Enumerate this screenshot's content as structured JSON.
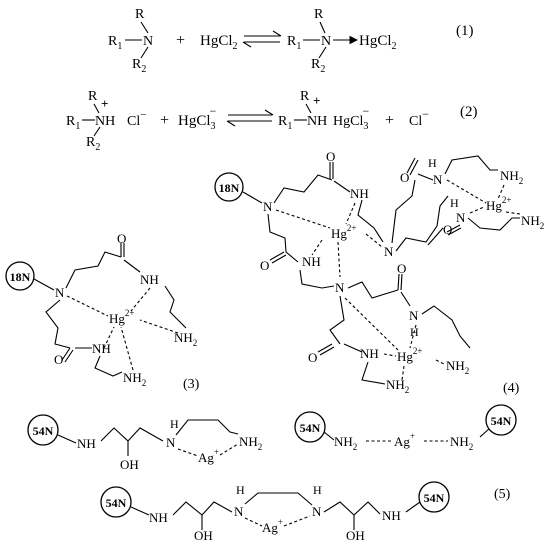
{
  "equations": {
    "eq1": {
      "reactant_r": "R",
      "reactant_n": "N",
      "reactant_r1": "R",
      "reactant_r1_sub": "1",
      "reactant_r2": "R",
      "reactant_r2_sub": "2",
      "plus": "+",
      "hgcl2_text": "HgCl",
      "hgcl2_sub": "2",
      "product_r": "R",
      "product_n": "N",
      "product_r1": "R",
      "product_r1_sub": "1",
      "product_r2": "R",
      "product_r2_sub": "2",
      "product_hgcl2": "HgCl",
      "product_hgcl2_sub": "2",
      "label": "(1)"
    },
    "eq2": {
      "r": "R",
      "plus_charge": "+",
      "r1": "R",
      "r1_sub": "1",
      "nh": "NH",
      "cl": "Cl",
      "minus": "−",
      "r2": "R",
      "r2_sub": "2",
      "plus": "+",
      "hgcl3": "HgCl",
      "hgcl3_sub": "3",
      "hgcl3_minus": "−",
      "p_r": "R",
      "p_plus_charge": "+",
      "p_r1": "R",
      "p_r1_sub": "1",
      "p_nh": "NH",
      "p_hgcl3": "HgCl",
      "p_hgcl3_sub": "3",
      "p_hgcl3_minus": "−",
      "p_plus": "+",
      "p_cl": "Cl",
      "p_cl_minus": "−",
      "label": "(2)"
    }
  },
  "structure3": {
    "ring": "18N",
    "n": "N",
    "o1": "O",
    "o2": "O",
    "nh1": "NH",
    "nh2": "NH",
    "hg": "Hg",
    "hg_charge": "2+",
    "nh2a": "NH",
    "nh2a_sub": "2",
    "nh2b": "NH",
    "nh2b_sub": "2",
    "label": "(3)"
  },
  "structure4": {
    "ring": "18N",
    "n_left": "N",
    "o_top": "O",
    "nh_top": "NH",
    "hg_center": "Hg",
    "hg_center_charge": "2+",
    "nh_mid": "NH",
    "n_center": "N",
    "o_right1": "O",
    "h_label": "H",
    "n_tr": "N",
    "nh2_tr": "NH",
    "nh2_tr_sub": "2",
    "hg_tr": "Hg",
    "hg_tr_charge": "2+",
    "h_nh": "H",
    "n_nh_tr": "N",
    "nh2_tr2": "NH",
    "nh2_tr2_sub": "2",
    "o_right2": "O",
    "n_lower": "N",
    "o_low1": "O",
    "n_low_h": "N",
    "h_low": "H",
    "o_low2": "O",
    "nh_low": "NH",
    "hg_low": "Hg",
    "hg_low_charge": "2+",
    "nh2_low": "NH",
    "nh2_low_sub": "2",
    "nh2_low2": "NH",
    "nh2_low2_sub": "2",
    "label": "(4)"
  },
  "structure5a": {
    "ring": "54N",
    "nh": "NH",
    "oh": "OH",
    "h": "H",
    "n": "N",
    "ag": "Ag",
    "ag_charge": "+",
    "nh2": "NH",
    "nh2_sub": "2"
  },
  "structure5b": {
    "ring_left": "54N",
    "nh2_left": "NH",
    "nh2_left_sub": "2",
    "ag": "Ag",
    "ag_charge": "+",
    "nh2_right": "NH",
    "nh2_right_sub": "2",
    "ring_right": "54N"
  },
  "structure5c": {
    "ring_left": "54N",
    "nh_left": "NH",
    "oh_left": "OH",
    "n_left": "N",
    "h_left": "H",
    "ag": "Ag",
    "ag_charge": "+",
    "h_right": "H",
    "n_right": "N",
    "oh_right": "OH",
    "nh_right": "NH",
    "ring_right": "54N",
    "label": "(5)"
  }
}
